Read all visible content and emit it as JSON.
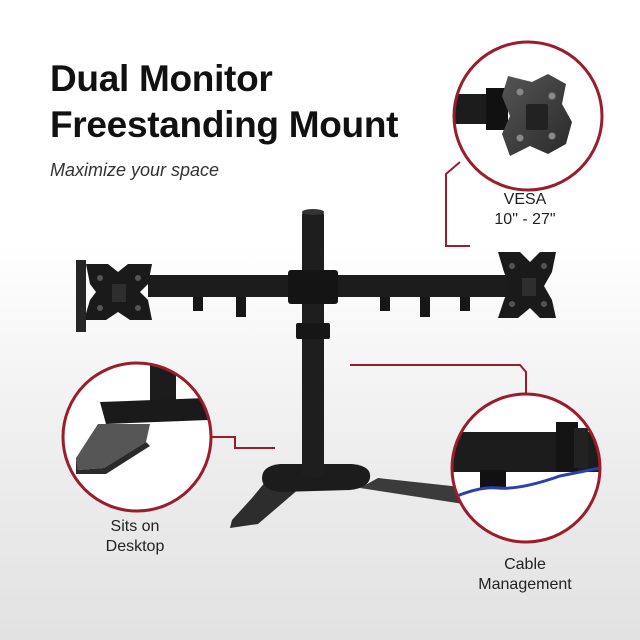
{
  "heading": {
    "line1": "Dual Monitor",
    "line2": "Freestanding Mount"
  },
  "tagline": "Maximize your space",
  "callouts": {
    "vesa": {
      "line1": "VESA",
      "line2": "10\" - 27\""
    },
    "desktop": {
      "line1": "Sits on",
      "line2": "Desktop"
    },
    "cable": {
      "line1": "Cable",
      "line2": "Management"
    }
  },
  "colors": {
    "accent": "#9b1c2b",
    "mount": "#1c1c1c",
    "cable": "#2b3fae"
  }
}
